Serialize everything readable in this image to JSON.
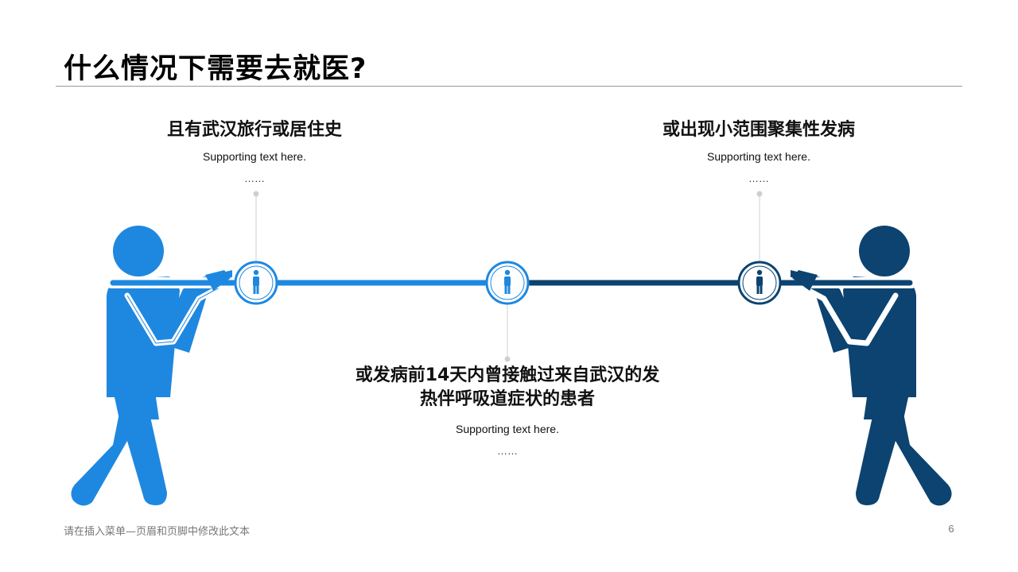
{
  "slide": {
    "title": "什么情况下需要去就医?",
    "page_number": "6"
  },
  "blocks": [
    {
      "heading": "且有武汉旅行或居住史",
      "support": "Supporting text here.",
      "ellipsis": "……"
    },
    {
      "heading": "或发病前14天内曾接触过来自武汉的发热伴呼吸道症状的患者",
      "support": "Supporting text here.",
      "ellipsis": "……"
    },
    {
      "heading": "或出现小范围聚集性发病",
      "support": "Supporting text here.",
      "ellipsis": "……"
    }
  ],
  "footer": {
    "text": "请在插入菜单—页眉和页脚中修改此文本"
  },
  "colors": {
    "light_blue": "#1e88e0",
    "dark_blue": "#0c4370",
    "connector_gray": "#cccccc",
    "title_rule": "#9a9a9a"
  },
  "icons": {
    "marker_icon": "person-icon",
    "figures": "tug-of-war-figures"
  }
}
